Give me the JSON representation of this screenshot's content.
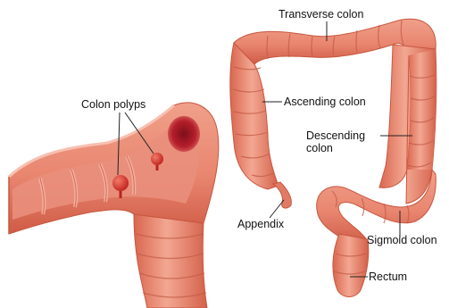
{
  "labels": {
    "colon_polyps": "Colon polyps",
    "transverse_colon": "Transverse colon",
    "ascending_colon": "Ascending colon",
    "descending_colon_line1": "Descending",
    "descending_colon_line2": "colon",
    "appendix": "Appendix",
    "sigmoid_colon": "Sigmoid colon",
    "rectum": "Rectum"
  },
  "colors": {
    "tissue": "#e8826f",
    "tissue_light": "#f3a792",
    "tissue_dark": "#c8563f",
    "lumen": "#b51f2b",
    "polyp": "#d9332c",
    "leader_line": "#222222",
    "text": "#111111"
  }
}
